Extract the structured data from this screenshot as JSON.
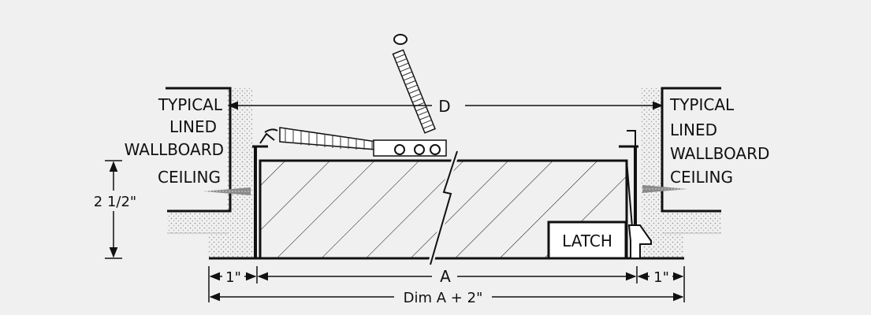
{
  "labels": {
    "left_ceiling": [
      "TYPICAL",
      "LINED",
      "WALLBOARD",
      "CEILING"
    ],
    "right_ceiling": [
      "TYPICAL",
      "LINED",
      "WALLBOARD",
      "CEILING"
    ],
    "d_dimension": "D",
    "height_dimension": "2 1/2\"",
    "latch": "LATCH",
    "left_flange": "1\"",
    "right_flange": "1\"",
    "a_dimension": "A",
    "overall_dimension": "Dim A + 2\""
  },
  "colors": {
    "background": "#f0f0f0",
    "line": "#111111",
    "stipple": "#9a9a9a",
    "screw": "#8a8a8a"
  }
}
